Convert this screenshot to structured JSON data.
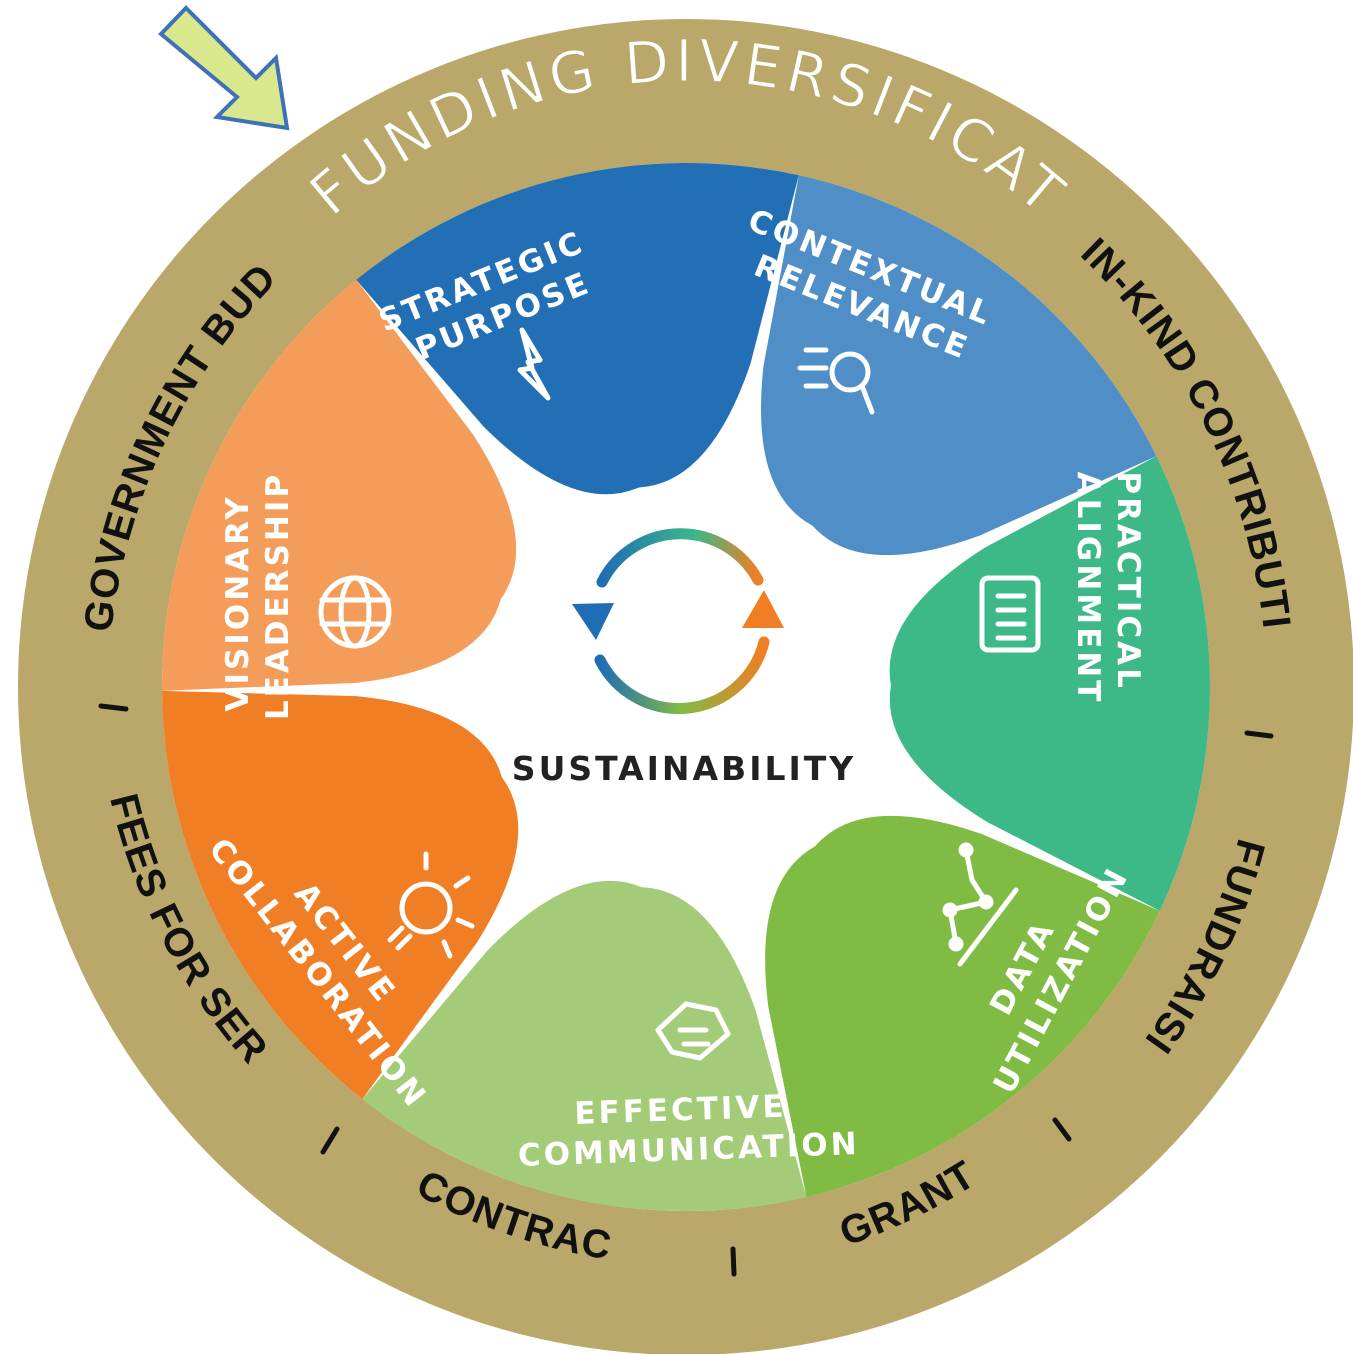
{
  "title": "FUNDING DIVERSIFICATION",
  "center": {
    "label": "SUSTAINABILITY",
    "icon": "refresh-cycle-icon"
  },
  "segments": [
    {
      "id": "strategic-purpose",
      "lines": [
        "STRATEGIC",
        "PURPOSE"
      ],
      "color": "#226fb6",
      "icon": "lightning-icon"
    },
    {
      "id": "contextual-relevance",
      "lines": [
        "CONTEXTUAL",
        "RELEVANCE"
      ],
      "color": "#4f8ec6",
      "icon": "search-list-icon"
    },
    {
      "id": "practical-alignment",
      "lines": [
        "PRACTICAL",
        "ALIGNMENT"
      ],
      "color": "#3db887",
      "icon": "document-stack-icon"
    },
    {
      "id": "data-utilization",
      "lines": [
        "DATA",
        "UTILIZATION"
      ],
      "color": "#80bb44",
      "icon": "line-chart-icon"
    },
    {
      "id": "effective-communication",
      "lines": [
        "EFFECTIVE",
        "COMMUNICATION"
      ],
      "color": "#a3cb78",
      "icon": "handshake-icon"
    },
    {
      "id": "active-collaboration",
      "lines": [
        "ACTIVE",
        "COLLABORATION"
      ],
      "color": "#f07e24",
      "icon": "lightbulb-icon"
    },
    {
      "id": "visionary-leadership",
      "lines": [
        "VISIONARY",
        "LEADERSHIP"
      ],
      "color": "#f49d5b",
      "icon": "globe-network-icon"
    }
  ],
  "funding_sources": [
    "IN-KIND CONTRIBUTIONS",
    "FUNDRAISING",
    "GRANTS",
    "CONTRACTS",
    "FEES FOR SERVICE",
    "GOVERNMENT BUDGETS"
  ],
  "colors": {
    "ring": "#b9a86a",
    "arrow_fill": "#d9e88c",
    "arrow_stroke": "#3d71b8"
  },
  "arrow_icon": "pointer-arrow-icon"
}
